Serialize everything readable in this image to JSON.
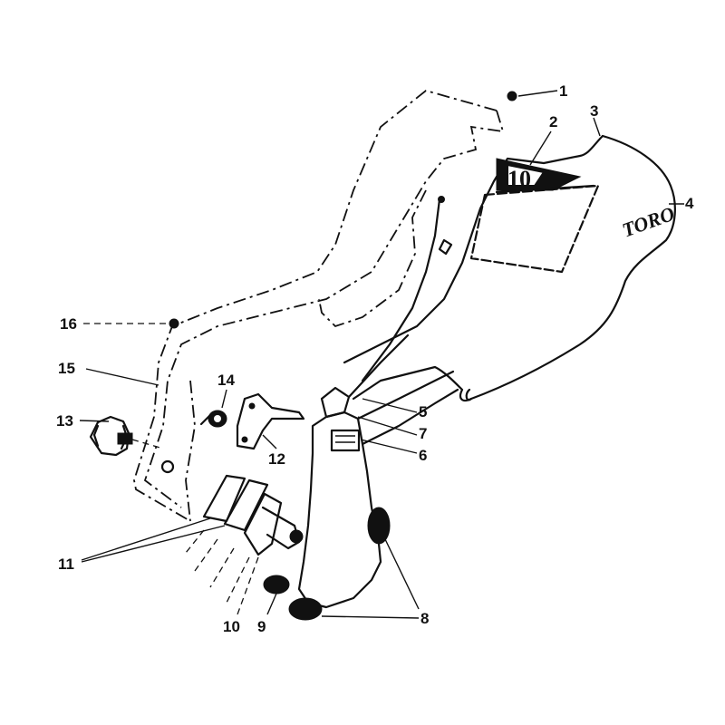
{
  "callouts": {
    "c1": "1",
    "c2": "2",
    "c3": "3",
    "c4": "4",
    "c5": "5",
    "c6": "6",
    "c7": "7",
    "c8": "8",
    "c9": "9",
    "c10": "10",
    "c11": "11",
    "c12": "12",
    "c13": "13",
    "c14": "14",
    "c15": "15",
    "c16": "16"
  },
  "brand": {
    "logo": "TORO",
    "decal": "10"
  }
}
